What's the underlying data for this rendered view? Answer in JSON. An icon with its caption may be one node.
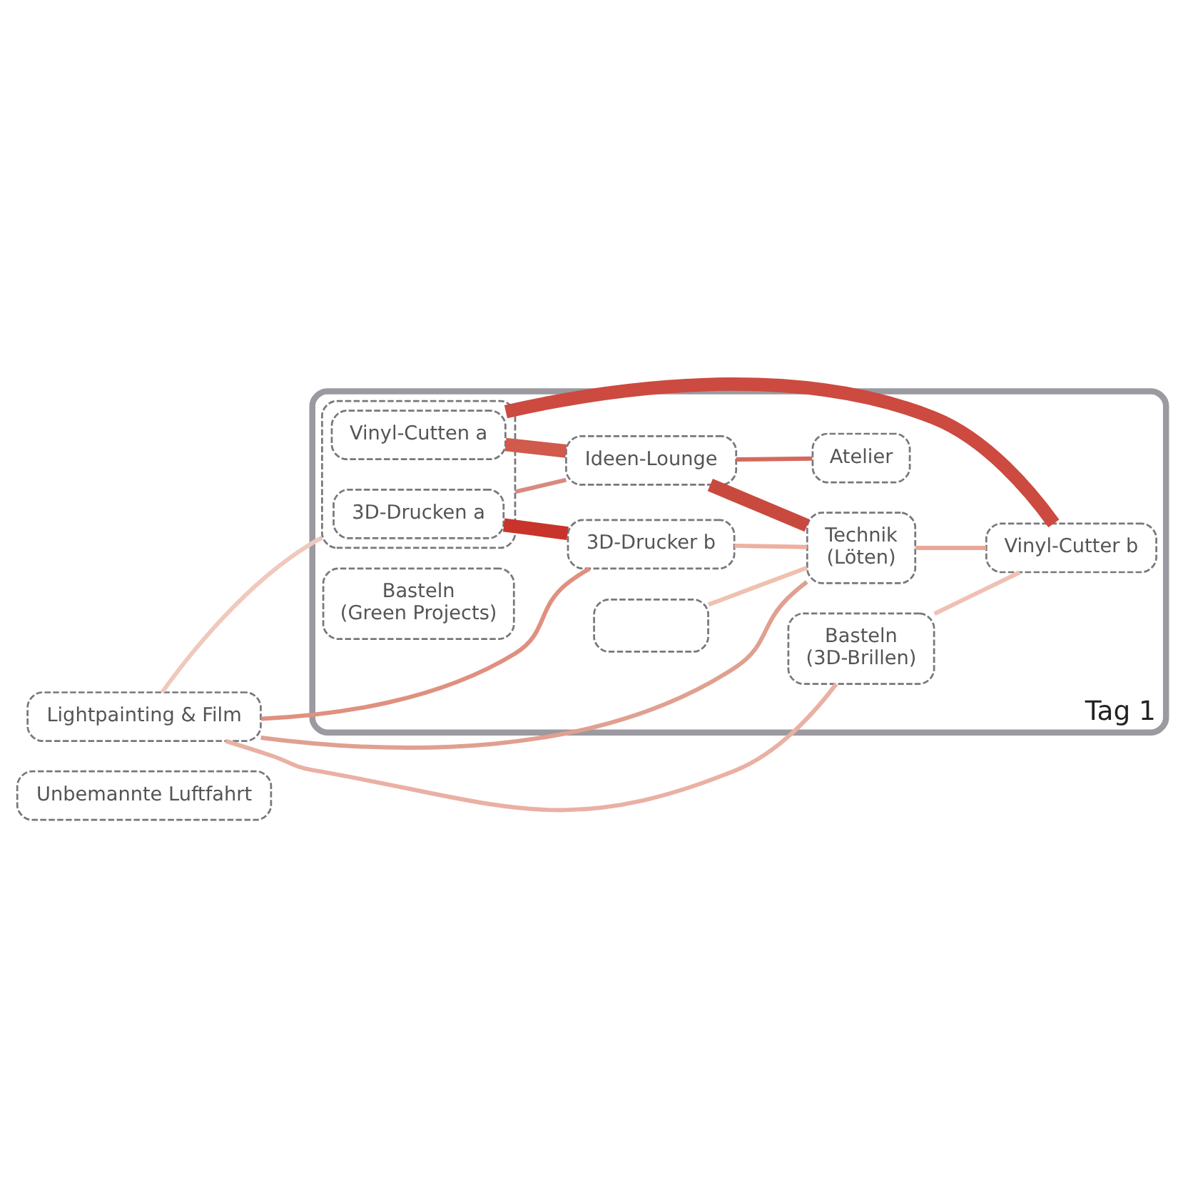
{
  "diagram": {
    "nodes": [
      {
        "text": [
          "Unbemannte Luftfahrt"
        ]
      },
      {
        "text": [
          "Tag 1"
        ]
      },
      {
        "text": [],
        "shape": "box",
        "in": 1
      },
      {
        "text": [
          "3D-Drucken a"
        ],
        "in": 2
      },
      {
        "text": [
          "Vinyl-Cutten a"
        ],
        "in": 2
      },
      {
        "text": [
          "Ideen-Lounge"
        ],
        "in": 1
      },
      {
        "text": [],
        "shape": "box",
        "in": 1
      },
      {
        "text": [
          "Basteln",
          "(Green Projects)"
        ],
        "in": 1
      },
      {
        "text": [
          "Atelier"
        ],
        "in": 1
      },
      {
        "text": [
          "Basteln",
          "(3D-Brillen)"
        ],
        "in": 1
      },
      {
        "text": [
          "Vinyl-Cutter b"
        ],
        "in": 1
      },
      {
        "text": [
          "Technik",
          "(Löten)"
        ],
        "in": 1
      },
      {
        "text": [
          "3D-Drucker b"
        ],
        "in": 1
      },
      {
        "text": [
          "Lightpainting & Film"
        ]
      }
    ],
    "edges": [
      {
        "from": 3,
        "to": 12,
        "arrow": "none",
        "style": "thick",
        "color": "#c8342a"
      },
      {
        "from": 4,
        "to": 10,
        "arrow": "none",
        "style": "thick",
        "color": "#cc4a3f"
      },
      {
        "from": 5,
        "to": 11,
        "arrow": "none",
        "style": "thick",
        "color": "#c84a3f"
      },
      {
        "from": 4,
        "to": 5,
        "arrow": "none",
        "style": "thick",
        "color": "#d05a4c"
      },
      {
        "from": 5,
        "to": 8,
        "arrow": "none",
        "color": "#d46a5c"
      },
      {
        "from": 2,
        "to": 5,
        "arrow": "none",
        "color": "#d88a7f"
      },
      {
        "from": 13,
        "to": 2,
        "arrow": "none",
        "color": "#f0c8bc"
      },
      {
        "from": 13,
        "to": 12,
        "arrow": "none",
        "color": "#e09080"
      },
      {
        "from": 13,
        "to": 11,
        "arrow": "none",
        "color": "#e0a090"
      },
      {
        "from": 13,
        "to": 9,
        "arrow": "none",
        "color": "#eab0a4"
      },
      {
        "from": 6,
        "to": 11,
        "arrow": "none",
        "color": "#f0c0b0"
      },
      {
        "from": 12,
        "to": 11,
        "arrow": "none",
        "color": "#eeb0a0"
      },
      {
        "from": 11,
        "to": 10,
        "arrow": "none",
        "color": "#e8a898"
      },
      {
        "from": 9,
        "to": 10,
        "arrow": "none",
        "color": "#f0c0b4"
      }
    ]
  }
}
